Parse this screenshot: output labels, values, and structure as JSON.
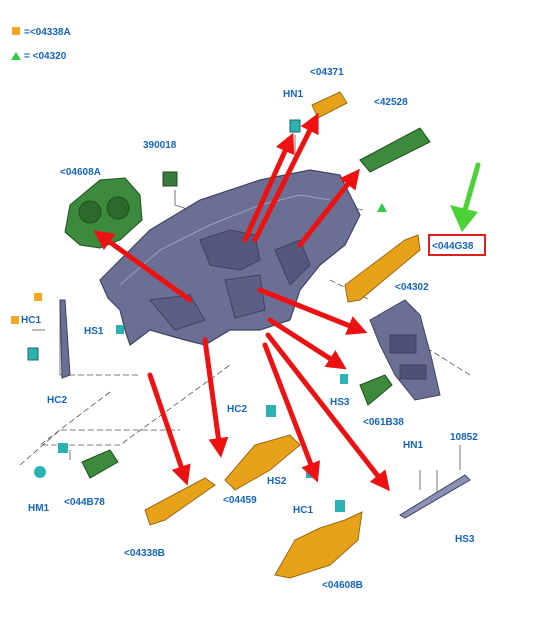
{
  "legend": {
    "square": {
      "eq": "=",
      "code": "<04338A",
      "color": "#f5a623"
    },
    "triangle": {
      "eq": "=",
      "code": "<04320",
      "color": "#2ecc40"
    }
  },
  "colors": {
    "callout": "#1565c0",
    "arrow": "#ee1111",
    "dash_panel": "#6a6f93",
    "orange_part": "#e8a21a",
    "green_part": "#3c8a3c",
    "teal_clip": "#2bb3b3",
    "highlight_box": "#e02020",
    "pointer": "#4cd137"
  },
  "labels": {
    "hn1_top": "HN1",
    "p04371": "<04371",
    "p42528": "<42528",
    "p390018": "390018",
    "p04608A": "<04608A",
    "p044G38": "<044G38",
    "p04302": "<04302",
    "hc1_left": "HC1",
    "hs1": "HS1",
    "hs3_mid": "HS3",
    "p061B38": "<061B38",
    "hc2_left": "HC2",
    "hc2_mid": "HC2",
    "hs2": "HS2",
    "hn1_right": "HN1",
    "p10852": "10852",
    "hm1": "HM1",
    "p044B78": "<044B78",
    "p04459": "<04459",
    "hc1_bottom": "HC1",
    "hs3_right": "HS3",
    "p04338B": "<04338B",
    "p04608B": "<04608B"
  }
}
